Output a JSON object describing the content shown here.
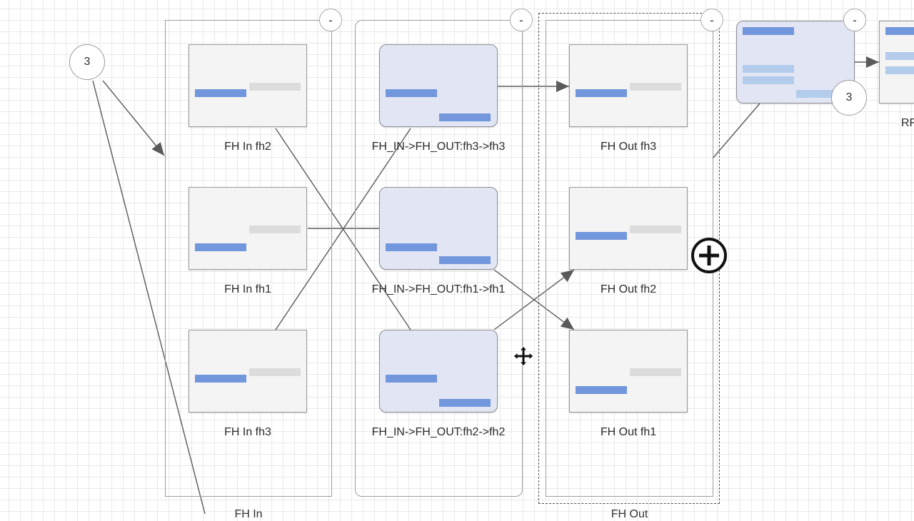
{
  "groups": {
    "fh_in": {
      "label": "FH In",
      "collapse": "-"
    },
    "mapping": {
      "collapse": "-"
    },
    "fh_out": {
      "label": "FH Out",
      "collapse": "-"
    },
    "next": {
      "collapse": "-"
    }
  },
  "nodes": {
    "fh_in_fh2": "FH In fh2",
    "fh_in_fh1": "FH In fh1",
    "fh_in_fh3": "FH In fh3",
    "map_fh3": "FH_IN->FH_OUT:fh3->fh3",
    "map_fh1": "FH_IN->FH_OUT:fh1->fh1",
    "map_fh2": "FH_IN->FH_OUT:fh2->fh2",
    "fh_out_fh3": "FH Out fh3",
    "fh_out_fh2": "FH Out fh2",
    "fh_out_fh1": "FH Out fh1",
    "rf_partial": "RF"
  },
  "badges": {
    "left_count": "3",
    "right_count": "3"
  },
  "colors": {
    "bar_blue": "#7397dd",
    "bar_grey": "#dcdcdc",
    "node_purple": "#e2e5f3",
    "edge": "#555555"
  },
  "icons": {
    "add": "circled-plus-icon",
    "move": "move-cursor-icon"
  }
}
